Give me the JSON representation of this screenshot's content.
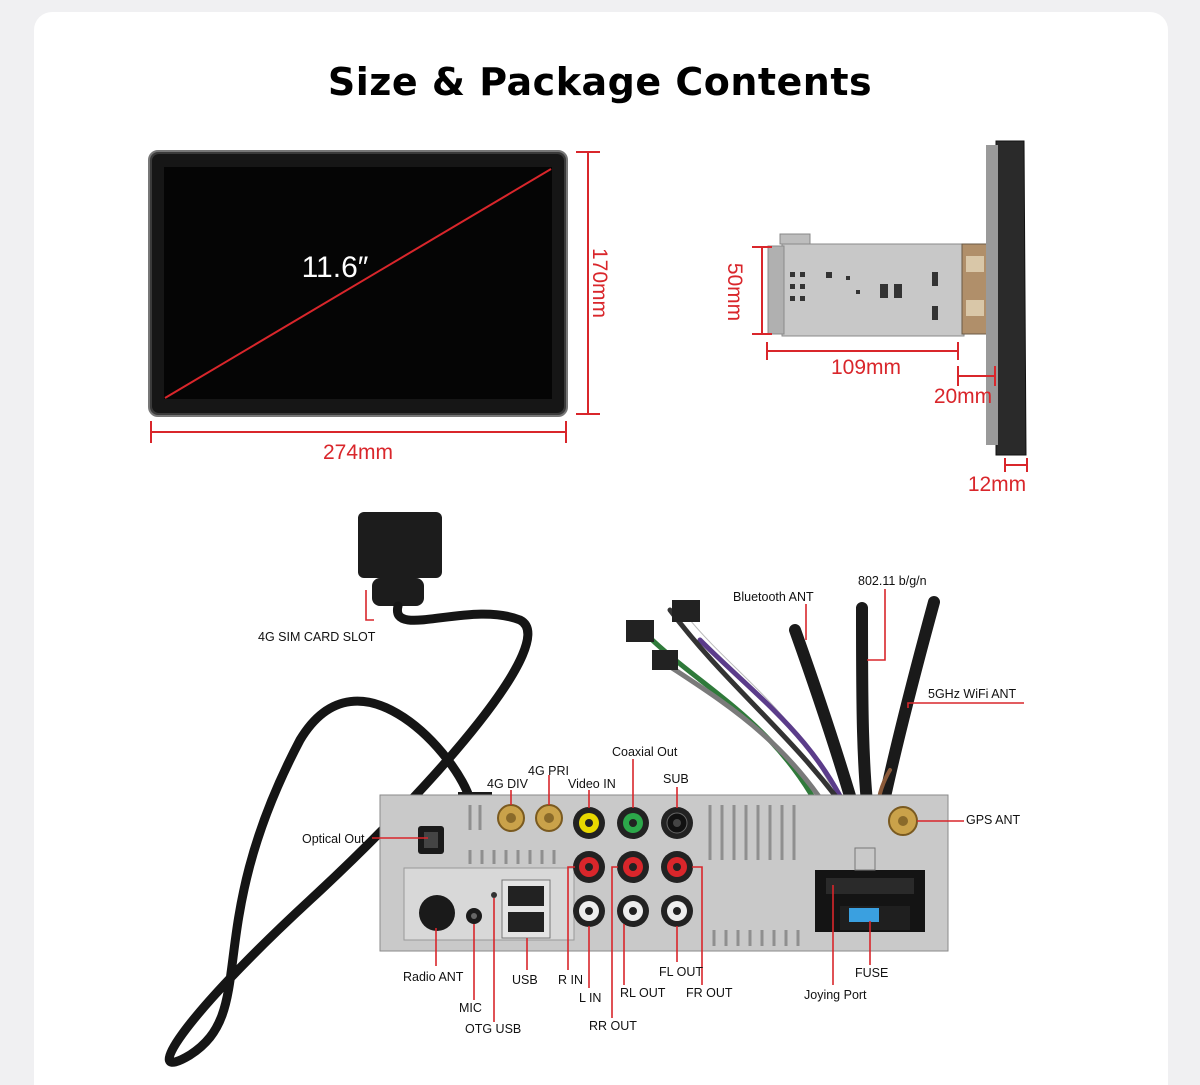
{
  "title": "Size & Package Contents",
  "colors": {
    "accent_red": "#d9262b",
    "background": "#ffffff",
    "screen": "#0a0a0a"
  },
  "screen": {
    "diagonal": "11.6″"
  },
  "dimensions": {
    "width": "274mm",
    "height": "170mm",
    "chassis_height": "50mm",
    "chassis_depth": "109mm",
    "bracket_offset": "20mm",
    "screen_thickness": "12mm"
  },
  "ports": {
    "sim_slot": "4G SIM CARD SLOT",
    "bluetooth_ant": "Bluetooth ANT",
    "wifi_24": "802.11 b/g/n",
    "wifi_5": "5GHz WiFi ANT",
    "coaxial_out": "Coaxial Out",
    "fourg_pri": "4G PRI",
    "fourg_div": "4G DIV",
    "video_in": "Video IN",
    "sub": "SUB",
    "gps_ant": "GPS ANT",
    "optical_out": "Optical Out",
    "radio_ant": "Radio ANT",
    "mic": "MIC",
    "otg_usb": "OTG USB",
    "usb": "USB",
    "r_in": "R IN",
    "l_in": "L IN",
    "rl_out": "RL OUT",
    "rr_out": "RR OUT",
    "fl_out": "FL OUT",
    "fr_out": "FR OUT",
    "fuse": "FUSE",
    "joying_port": "Joying Port"
  }
}
